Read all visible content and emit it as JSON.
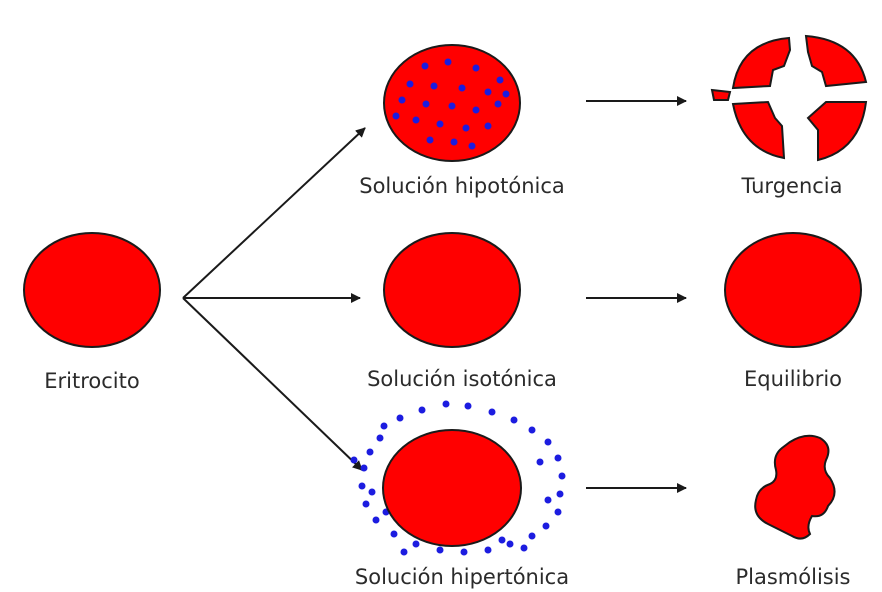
{
  "labels": {
    "eritrocito": "Eritrocito",
    "hipotonica": "Solución hipotónica",
    "isotonica": "Solución isotónica",
    "hipertonica": "Solución hipertónica",
    "turgencia": "Turgencia",
    "equilibrio": "Equilibrio",
    "plasmolisis": "Plasmólisis"
  },
  "colors": {
    "cell_fill": "#ff0000",
    "cell_outline": "#1a1a1a",
    "solute_dot": "#1c1ce0",
    "text": "#2b2b2b"
  }
}
